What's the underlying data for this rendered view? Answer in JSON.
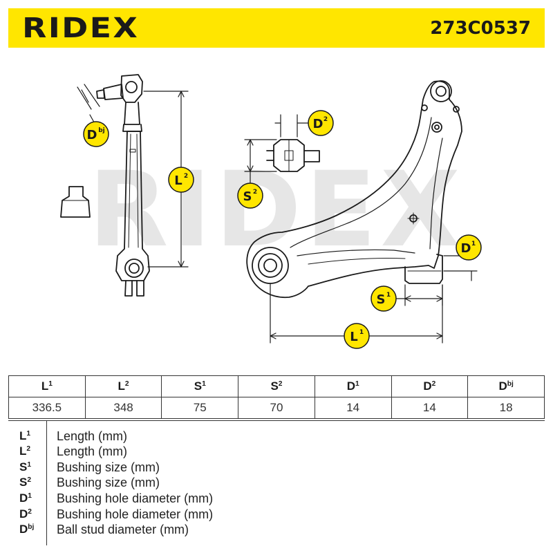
{
  "header": {
    "brand": "RIDEX",
    "part_number": "273C0537"
  },
  "drawing": {
    "watermark": "RIDEX",
    "labels": [
      {
        "id": "dbj",
        "base": "D",
        "sup": "bj"
      },
      {
        "id": "l2",
        "base": "L",
        "sup": "2"
      },
      {
        "id": "d2",
        "base": "D",
        "sup": "2"
      },
      {
        "id": "s2",
        "base": "S",
        "sup": "2"
      },
      {
        "id": "d1",
        "base": "D",
        "sup": "1"
      },
      {
        "id": "s1",
        "base": "S",
        "sup": "1"
      },
      {
        "id": "l1",
        "base": "L",
        "sup": "1"
      }
    ]
  },
  "specs": {
    "headers": [
      {
        "base": "L",
        "sup": "1"
      },
      {
        "base": "L",
        "sup": "2"
      },
      {
        "base": "S",
        "sup": "1"
      },
      {
        "base": "S",
        "sup": "2"
      },
      {
        "base": "D",
        "sup": "1"
      },
      {
        "base": "D",
        "sup": "2"
      },
      {
        "base": "D",
        "sup": "bj"
      }
    ],
    "values": [
      "336.5",
      "348",
      "75",
      "70",
      "14",
      "14",
      "18"
    ]
  },
  "legend": [
    {
      "base": "L",
      "sup": "1",
      "desc": "Length (mm)"
    },
    {
      "base": "L",
      "sup": "2",
      "desc": "Length (mm)"
    },
    {
      "base": "S",
      "sup": "1",
      "desc": "Bushing size (mm)"
    },
    {
      "base": "S",
      "sup": "2",
      "desc": "Bushing size (mm)"
    },
    {
      "base": "D",
      "sup": "1",
      "desc": "Bushing hole diameter (mm)"
    },
    {
      "base": "D",
      "sup": "2",
      "desc": "Bushing hole diameter (mm)"
    },
    {
      "base": "D",
      "sup": "bj",
      "desc": "Ball stud diameter (mm)"
    }
  ],
  "colors": {
    "accent": "#ffe600",
    "line": "#1a1a1a",
    "watermark": "#e6e6e6"
  }
}
